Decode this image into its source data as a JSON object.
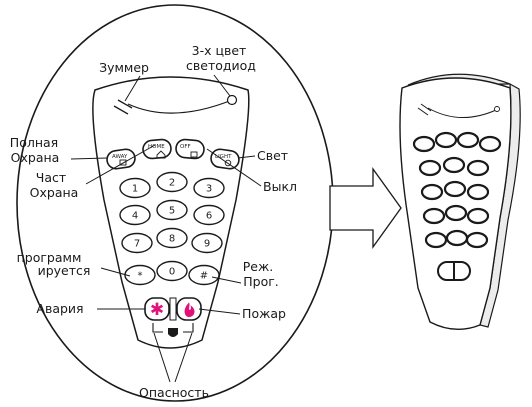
{
  "labels": {
    "buzzer": "Зуммер",
    "led_line1": "3-х цвет",
    "led_line2": "светодиод",
    "full_arm_line1": "Полная",
    "full_arm_line2": "Охрана",
    "light": "Свет",
    "part_arm_line1": "Част",
    "part_arm_line2": "Охрана",
    "off": "Выкл",
    "programmed_line1": "программ",
    "programmed_line2": "ируется",
    "prog_mode_line1": "Реж.",
    "prog_mode_line2": "Прог.",
    "alarm": "Авария",
    "fire": "Пожар",
    "danger": "Опасность"
  },
  "keys": {
    "away": "AWAY",
    "home": "HOME",
    "off": "OFF",
    "light": "LIGHT",
    "digits": [
      "1",
      "2",
      "3",
      "4",
      "5",
      "6",
      "7",
      "8",
      "9",
      "*",
      "0",
      "#"
    ]
  },
  "colors": {
    "panic_key": "#e0127a",
    "fire_key": "#e0127a",
    "outline": "#1a1a1a"
  },
  "icons": [
    "lock-icon",
    "home-icon",
    "unlock-icon",
    "bulb-icon",
    "asterisk-icon",
    "flame-icon",
    "shield-icon",
    "arrow-icon"
  ]
}
